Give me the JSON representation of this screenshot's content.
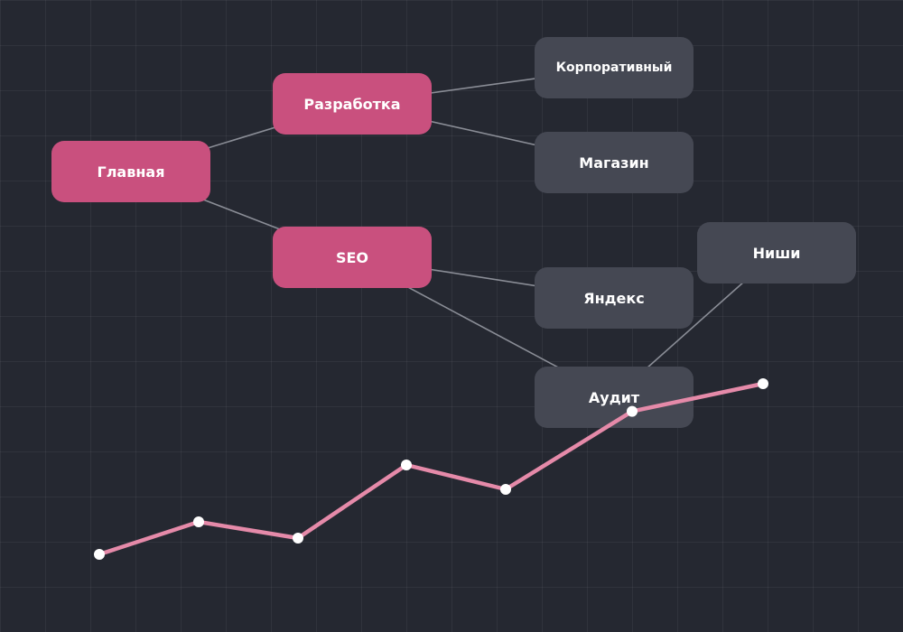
{
  "colors": {
    "background": "#252831",
    "primary_node": "#c9507e",
    "secondary_node": "#454853",
    "edge": "#8a8d96",
    "trend_line": "#e58aa9",
    "trend_point": "#ffffff"
  },
  "nodes": {
    "home": {
      "label": "Главная",
      "kind": "primary"
    },
    "development": {
      "label": "Разработка",
      "kind": "primary"
    },
    "seo": {
      "label": "SEO",
      "kind": "primary"
    },
    "corporate": {
      "label": "Корпоративный",
      "kind": "secondary"
    },
    "shop": {
      "label": "Магазин",
      "kind": "secondary"
    },
    "yandex": {
      "label": "Яндекс",
      "kind": "secondary"
    },
    "audit": {
      "label": "Аудит",
      "kind": "secondary"
    },
    "niches": {
      "label": "Ниши",
      "kind": "secondary"
    }
  },
  "edges": [
    [
      "home",
      "development"
    ],
    [
      "home",
      "seo"
    ],
    [
      "development",
      "corporate"
    ],
    [
      "development",
      "shop"
    ],
    [
      "seo",
      "yandex"
    ],
    [
      "seo",
      "audit"
    ],
    [
      "audit",
      "niches"
    ]
  ],
  "trend": {
    "values": [
      1,
      2,
      1.5,
      3.75,
      3,
      5.4,
      6.25
    ]
  }
}
